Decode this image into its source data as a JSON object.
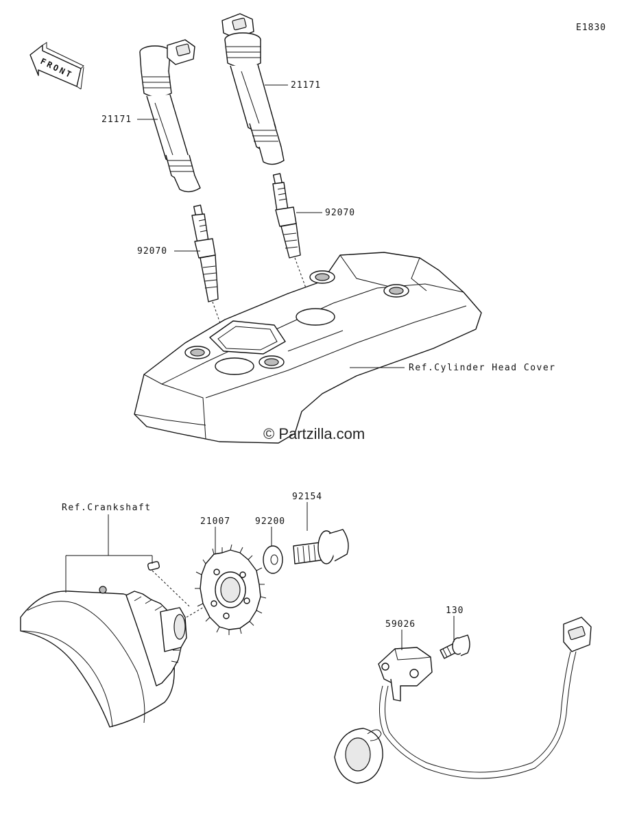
{
  "diagram_code": "E1830",
  "front_label": "FRONT",
  "watermark": "© Partzilla.com",
  "callouts": {
    "coil_left": "21171",
    "coil_right": "21171",
    "plug_left": "92070",
    "plug_right": "92070",
    "rotor": "21007",
    "washer": "92200",
    "bolt_rotor": "92154",
    "sensor": "59026",
    "bolt_sensor": "130"
  },
  "references": {
    "head_cover": "Ref.Cylinder Head Cover",
    "crankshaft": "Ref.Crankshaft"
  }
}
